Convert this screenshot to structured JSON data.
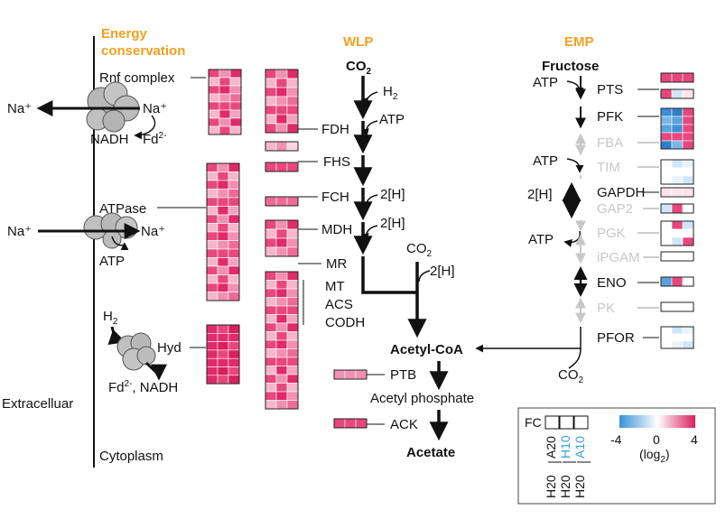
{
  "headers": {
    "energy_line1": "Energy",
    "energy_line2": "conservation",
    "wlp": "WLP",
    "emp": "EMP"
  },
  "compartments": {
    "extracellular": "Extracelluar",
    "cytoplasm": "Cytoplasm"
  },
  "energy": {
    "rnf": "Rnf complex",
    "na_plus": "Na⁺",
    "nadh": "NADH",
    "fd": "Fd",
    "fd_sup": "2-",
    "atpase": "ATPase",
    "atp": "ATP",
    "h2": "H",
    "h2_sub": "2",
    "hyd": "Hyd",
    "fd_nadh": ", NADH"
  },
  "wlp": {
    "co2": "CO",
    "co2_sub": "2",
    "h2": "H",
    "h2_sub": "2",
    "atp": "ATP",
    "two_h": "2[H]",
    "enzymes": [
      "FDH",
      "FHS",
      "FCH",
      "MDH",
      "MR"
    ],
    "mt": "MT",
    "acs": "ACS",
    "codh": "CODH",
    "acetyl_coa": "Acetyl-CoA",
    "ptb": "PTB",
    "acetyl_phosphate": "Acetyl phosphate",
    "ack": "ACK",
    "acetate": "Acetate"
  },
  "emp": {
    "fructose": "Fructose",
    "atp": "ATP",
    "two_h": "2[H]",
    "co2": "CO",
    "co2_sub": "2",
    "enzymes_active": [
      "PTS",
      "PFK",
      "GAPDH",
      "ENO",
      "PFOR"
    ],
    "enzymes_faded": [
      "FBA",
      "TIM",
      "GAP2",
      "PGK",
      "iPGAM",
      "PK"
    ]
  },
  "legend": {
    "fc": "FC",
    "min": "-4",
    "mid": "0",
    "max": "4",
    "unit": "(log",
    "unit_sub": "2",
    "unit_close": ")",
    "cols": [
      {
        "top": "A20",
        "bottom": "H20",
        "color": "#111111"
      },
      {
        "top": "H10",
        "bottom": "H20",
        "color": "#3aa0d8"
      },
      {
        "top": "A10",
        "bottom": "H20",
        "color": "#3aa0d8"
      }
    ]
  },
  "colors": {
    "header": "#f0a020",
    "strong_red": "#d81e5b",
    "blue": "#3a8fd8",
    "faded": "#c8c8c8"
  }
}
